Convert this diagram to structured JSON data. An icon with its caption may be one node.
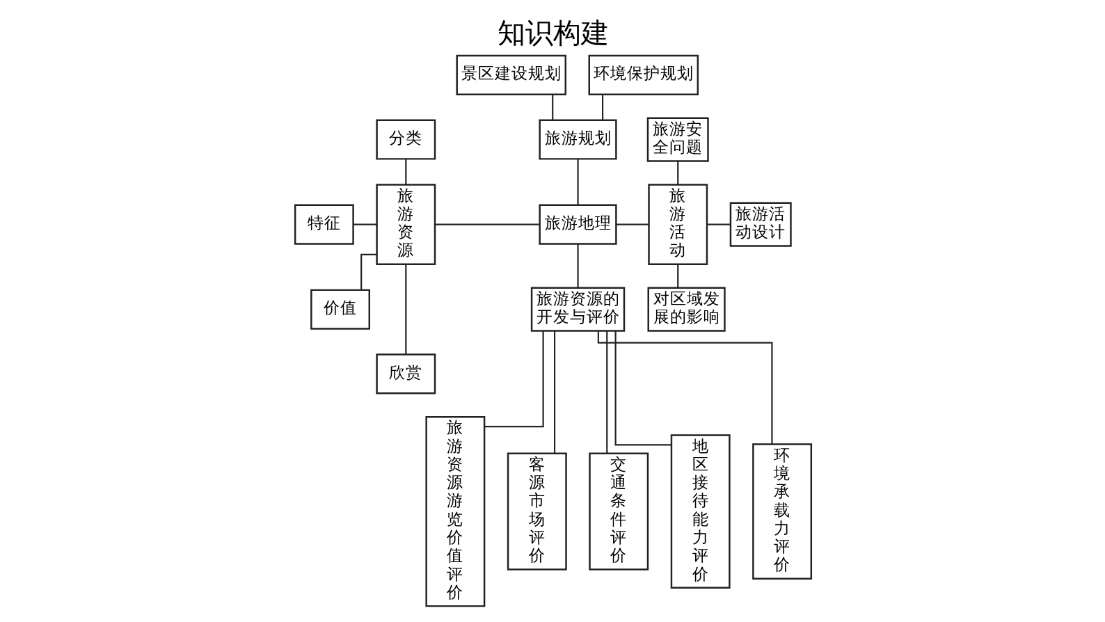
{
  "diagram": {
    "title": "知识构建",
    "nodes": [
      {
        "text": [
          "景区建设规划"
        ]
      },
      {
        "text": [
          "环境保护规划"
        ]
      },
      {
        "text": [
          "分类"
        ]
      },
      {
        "text": [
          "旅游规划"
        ]
      },
      {
        "text": [
          "旅游安全问题"
        ]
      },
      {
        "text": [
          "特征"
        ]
      },
      {
        "text": [
          "旅游资源"
        ]
      },
      {
        "text": [
          "旅游地理"
        ]
      },
      {
        "text": [
          "旅游活动"
        ]
      },
      {
        "text": [
          "旅游活动设计"
        ]
      },
      {
        "text": [
          "价值"
        ]
      },
      {
        "text": [
          "旅游资源的开发与评价"
        ]
      },
      {
        "text": [
          "对区域发展的影响"
        ]
      },
      {
        "text": [
          "欣赏"
        ]
      },
      {
        "text": [
          "旅游资源游览价值评价"
        ]
      },
      {
        "text": [
          "客源市场评价"
        ]
      },
      {
        "text": [
          "交通条件评价"
        ]
      },
      {
        "text": [
          "地区接待能力评价"
        ]
      },
      {
        "text": [
          "环境承载力评价"
        ]
      }
    ],
    "edges": [
      {
        "from": 0,
        "to": 3,
        "arrow": "none"
      },
      {
        "from": 1,
        "to": 3,
        "arrow": "none"
      },
      {
        "from": 3,
        "to": 7,
        "arrow": "none"
      },
      {
        "from": 6,
        "to": 7,
        "arrow": "none"
      },
      {
        "from": 7,
        "to": 8,
        "arrow": "none"
      },
      {
        "from": 7,
        "to": 11,
        "arrow": "none"
      },
      {
        "from": 2,
        "to": 6,
        "arrow": "none"
      },
      {
        "from": 5,
        "to": 6,
        "arrow": "none"
      },
      {
        "from": 6,
        "to": 10,
        "arrow": "none"
      },
      {
        "from": 6,
        "to": 13,
        "arrow": "none"
      },
      {
        "from": 4,
        "to": 8,
        "arrow": "none"
      },
      {
        "from": 8,
        "to": 9,
        "arrow": "none"
      },
      {
        "from": 8,
        "to": 12,
        "arrow": "none"
      },
      {
        "from": 11,
        "to": 14,
        "arrow": "none"
      },
      {
        "from": 11,
        "to": 15,
        "arrow": "none"
      },
      {
        "from": 11,
        "to": 16,
        "arrow": "none"
      },
      {
        "from": 11,
        "to": 17,
        "arrow": "none"
      },
      {
        "from": 11,
        "to": 18,
        "arrow": "none"
      }
    ]
  }
}
